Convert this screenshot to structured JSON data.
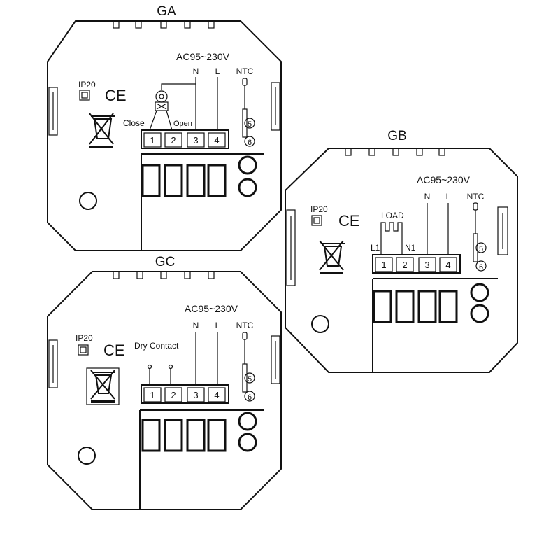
{
  "units": [
    {
      "id": "ga",
      "title": "GA",
      "supply": "AC95~230V",
      "ip": "IP20",
      "ce": "CE",
      "ntc": "NTC",
      "n_label": "N",
      "l_label": "L",
      "terminals": [
        "1",
        "2",
        "3",
        "4"
      ],
      "sensor_terminals": [
        "5",
        "6"
      ],
      "close_label": "Close",
      "open_label": "Open"
    },
    {
      "id": "gb",
      "title": "GB",
      "supply": "AC95~230V",
      "ip": "IP20",
      "ce": "CE",
      "ntc": "NTC",
      "n_label": "N",
      "l_label": "L",
      "terminals": [
        "1",
        "2",
        "3",
        "4"
      ],
      "sensor_terminals": [
        "5",
        "6"
      ],
      "load_label": "LOAD",
      "l1_label": "L1",
      "n1_label": "N1"
    },
    {
      "id": "gc",
      "title": "GC",
      "supply": "AC95~230V",
      "ip": "IP20",
      "ce": "CE",
      "ntc": "NTC",
      "n_label": "N",
      "l_label": "L",
      "terminals": [
        "1",
        "2",
        "3",
        "4"
      ],
      "sensor_terminals": [
        "5",
        "6"
      ],
      "dry_contact_label": "Dry Contact"
    }
  ]
}
